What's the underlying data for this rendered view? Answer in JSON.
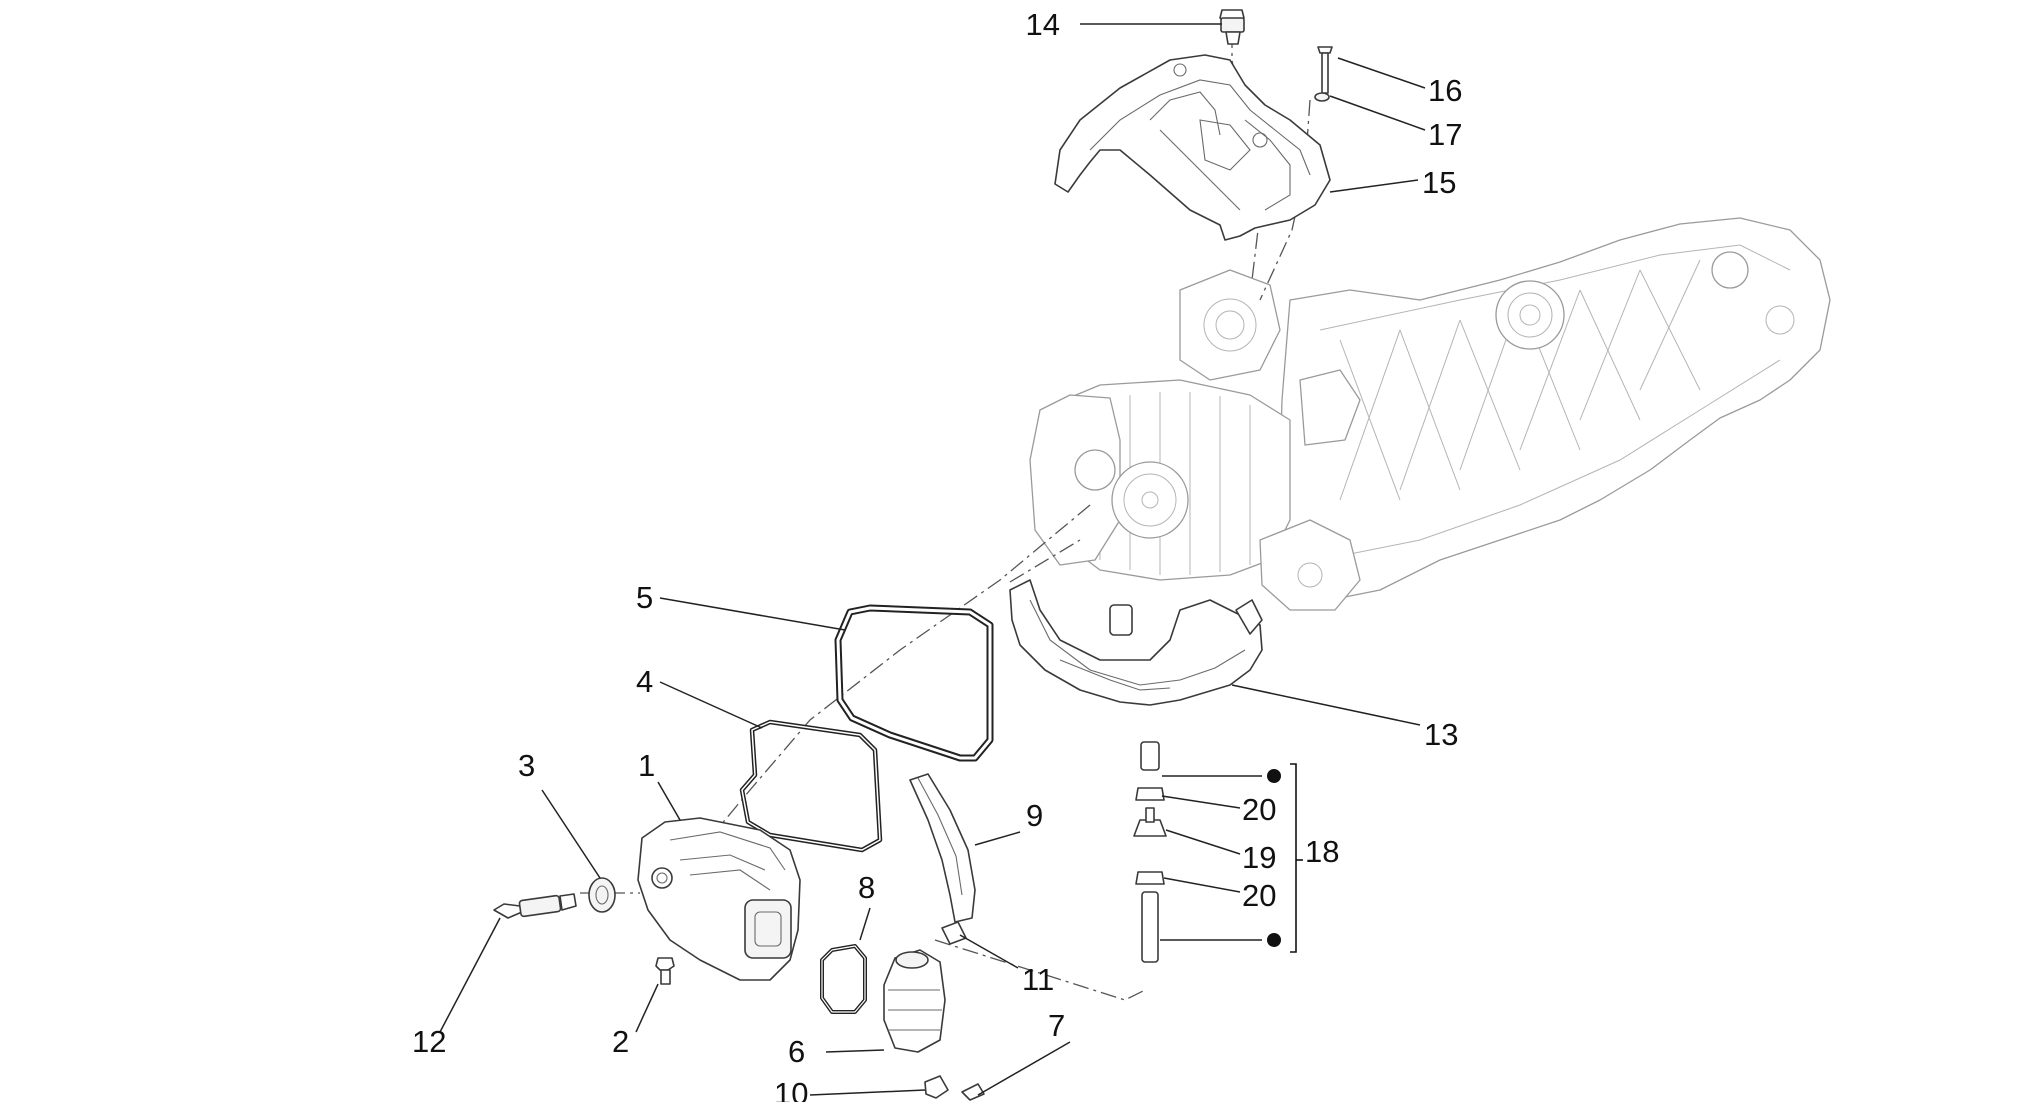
{
  "diagram": {
    "callouts": [
      {
        "id": "c1",
        "label": "1"
      },
      {
        "id": "c2",
        "label": "2"
      },
      {
        "id": "c3",
        "label": "3"
      },
      {
        "id": "c4",
        "label": "4"
      },
      {
        "id": "c5",
        "label": "5"
      },
      {
        "id": "c6",
        "label": "6"
      },
      {
        "id": "c7",
        "label": "7"
      },
      {
        "id": "c8",
        "label": "8"
      },
      {
        "id": "c9",
        "label": "9"
      },
      {
        "id": "c10",
        "label": "10"
      },
      {
        "id": "c11",
        "label": "11"
      },
      {
        "id": "c12",
        "label": "12"
      },
      {
        "id": "c13",
        "label": "13"
      },
      {
        "id": "c14",
        "label": "14"
      },
      {
        "id": "c15",
        "label": "15"
      },
      {
        "id": "c16",
        "label": "16"
      },
      {
        "id": "c17",
        "label": "17"
      },
      {
        "id": "c18",
        "label": "18"
      },
      {
        "id": "c19",
        "label": "19"
      },
      {
        "id": "c20a",
        "label": "20"
      },
      {
        "id": "c20b",
        "label": "20"
      }
    ]
  }
}
